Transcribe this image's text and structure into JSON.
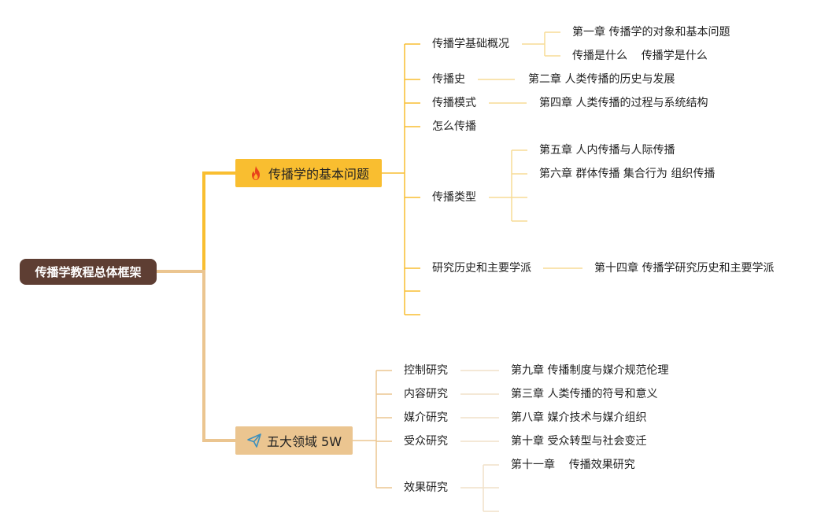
{
  "root": {
    "label": "传播学教程总体框架"
  },
  "branch1": {
    "label": "传播学的基本问题",
    "icon": "fire-icon",
    "color": "#f9be30",
    "items": [
      {
        "label": "传播学基础概况",
        "children": [
          "第一章 传播学的对象和基本问题",
          "传播是什么    传播学是什么"
        ]
      },
      {
        "label": "传播史",
        "children": [
          "第二章 人类传播的历史与发展"
        ]
      },
      {
        "label": "传播模式",
        "children": [
          "第四章 人类传播的过程与系统结构"
        ]
      },
      {
        "label": "怎么传播",
        "children": []
      },
      {
        "label": "传播类型",
        "children": [
          "第五章 人内传播与人际传播",
          "第六章 群体传播 集合行为 组织传播",
          "",
          "",
          ""
        ]
      },
      {
        "label": "研究历史和主要学派",
        "children": [
          "第十四章 传播学研究历史和主要学派"
        ]
      },
      {
        "label": "",
        "children": []
      },
      {
        "label": "",
        "children": []
      }
    ]
  },
  "branch2": {
    "label": "五大领域 5W",
    "icon": "paper-plane-icon",
    "color": "#ebc590",
    "items": [
      {
        "label": "控制研究",
        "children": [
          "第九章 传播制度与媒介规范伦理"
        ]
      },
      {
        "label": "内容研究",
        "children": [
          "第三章 人类传播的符号和意义"
        ]
      },
      {
        "label": "媒介研究",
        "children": [
          "第八章 媒介技术与媒介组织"
        ]
      },
      {
        "label": "受众研究",
        "children": [
          "第十章 受众转型与社会变迁"
        ]
      },
      {
        "label": "效果研究",
        "children": [
          "第十一章    传播效果研究",
          "",
          ""
        ]
      }
    ]
  },
  "colors": {
    "root_bg": "#5e3e33",
    "line_gold": "#f9be30",
    "line_gold_light": "#f7dc95",
    "line_tan": "#ebc590",
    "line_tan_light": "#f1e1c8"
  }
}
